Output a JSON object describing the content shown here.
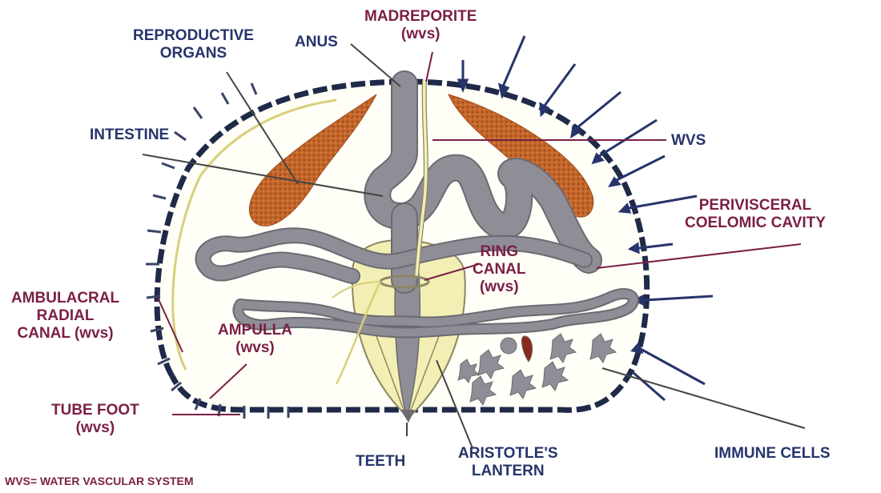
{
  "colors": {
    "blue_label": "#26346b",
    "maroon_label": "#7a1f45",
    "gut": "#8f8e96",
    "gonad": "#c4662a",
    "wvs_yellow": "#f3efb4",
    "test_outline": "#1f2a48"
  },
  "labels": {
    "reproductive": [
      "REPRODUCTIVE",
      "ORGANS"
    ],
    "anus": "ANUS",
    "madreporite": [
      "MADREPORITE",
      "(wvs)"
    ],
    "intestine": "INTESTINE",
    "wvs": "WVS",
    "perivisceral": [
      "PERIVISCERAL",
      "COELOMIC CAVITY"
    ],
    "ring_canal": [
      "RING",
      "CANAL",
      "(wvs)"
    ],
    "ambulacral": [
      "AMBULACRAL",
      "RADIAL",
      "CANAL (wvs)"
    ],
    "ampulla": [
      "AMPULLA",
      "(wvs)"
    ],
    "tube_foot": [
      "TUBE FOOT",
      "(wvs)"
    ],
    "teeth": "TEETH",
    "aristotle": [
      "ARISTOTLE'S",
      "LANTERN"
    ],
    "immune": "IMMUNE CELLS",
    "footnote": "WVS= WATER VASCULAR SYSTEM"
  }
}
